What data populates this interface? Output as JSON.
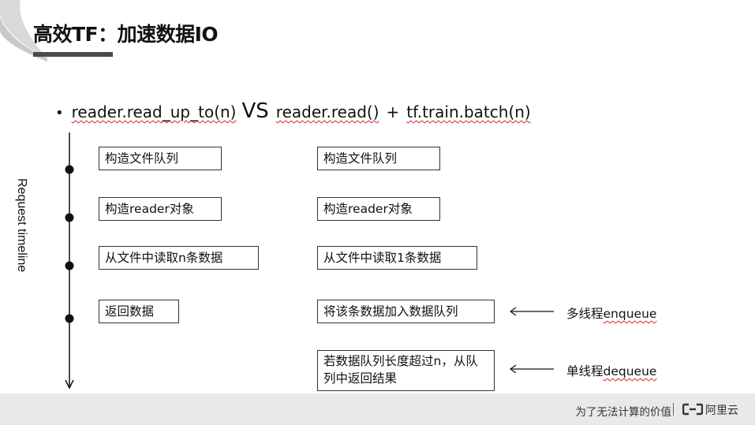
{
  "slide": {
    "title": "高效TF：加速数据IO"
  },
  "bullet": {
    "part1": "reader.read_up_to(n)",
    "vs": "VS",
    "part2": "reader.read()",
    "plus": "+",
    "part3": "tf.train.batch(n)"
  },
  "timeline": {
    "label": "Request  timeline"
  },
  "left_column": [
    "构造文件队列",
    "构造reader对象",
    "从文件中读取n条数据",
    "返回数据"
  ],
  "right_column": [
    "构造文件队列",
    "构造reader对象",
    "从文件中读取1条数据",
    "将该条数据加入数据队列",
    "若数据队列长度超过n，从队列中返回结果"
  ],
  "annotations": {
    "enqueue": {
      "prefix": "多线程",
      "suffix": "enqueue"
    },
    "dequeue": {
      "prefix": "单线程",
      "suffix": "dequeue"
    }
  },
  "footer": {
    "slogan": "为了无法计算的价值",
    "brand": "阿里云"
  },
  "colors": {
    "accent_gray": "#4a4a4a",
    "footer_bg": "#e9e9e9",
    "squiggle_red": "#d62020"
  }
}
